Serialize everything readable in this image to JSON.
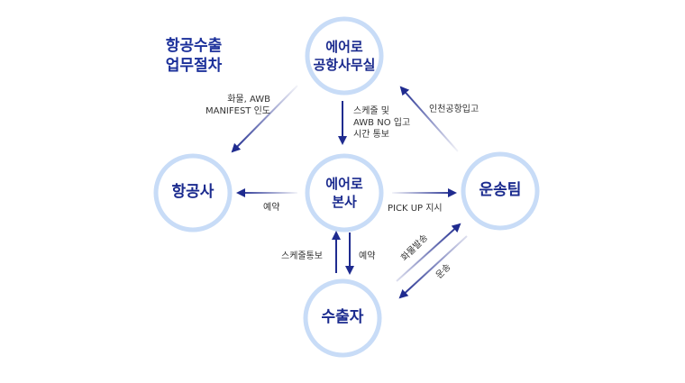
{
  "title": {
    "line1": "항공수출",
    "line2": "업무절차"
  },
  "nodes": {
    "airport_office": {
      "line1": "에어로",
      "line2": "공항사무실"
    },
    "head_office": {
      "line1": "에어로",
      "line2": "본사"
    },
    "airline": {
      "label": "항공사"
    },
    "transport_team": {
      "label": "운송팀"
    },
    "exporter": {
      "label": "수출자"
    }
  },
  "edges": {
    "office_to_airline": {
      "line1": "화물, AWB",
      "line2": "MANIFEST 인도"
    },
    "head_to_office": {
      "line1": "스케줄 및",
      "line2": "AWB NO 입고",
      "line3": "시간 통보"
    },
    "transport_to_office": {
      "label": "인천공항입고"
    },
    "head_to_airline": {
      "label": "예약"
    },
    "head_to_transport": {
      "label": "PICK UP 지시"
    },
    "exporter_to_head": {
      "label": "스케줄통보"
    },
    "head_to_exporter": {
      "label": "예약"
    },
    "exporter_to_transport": {
      "label": "화물발송"
    },
    "transport_to_exporter": {
      "label": "운송"
    }
  },
  "colors": {
    "node_ring": "#c8dcf7",
    "node_text": "#1a2a8e",
    "arrow": "#1f2b8f",
    "title": "#1a2f9a"
  }
}
